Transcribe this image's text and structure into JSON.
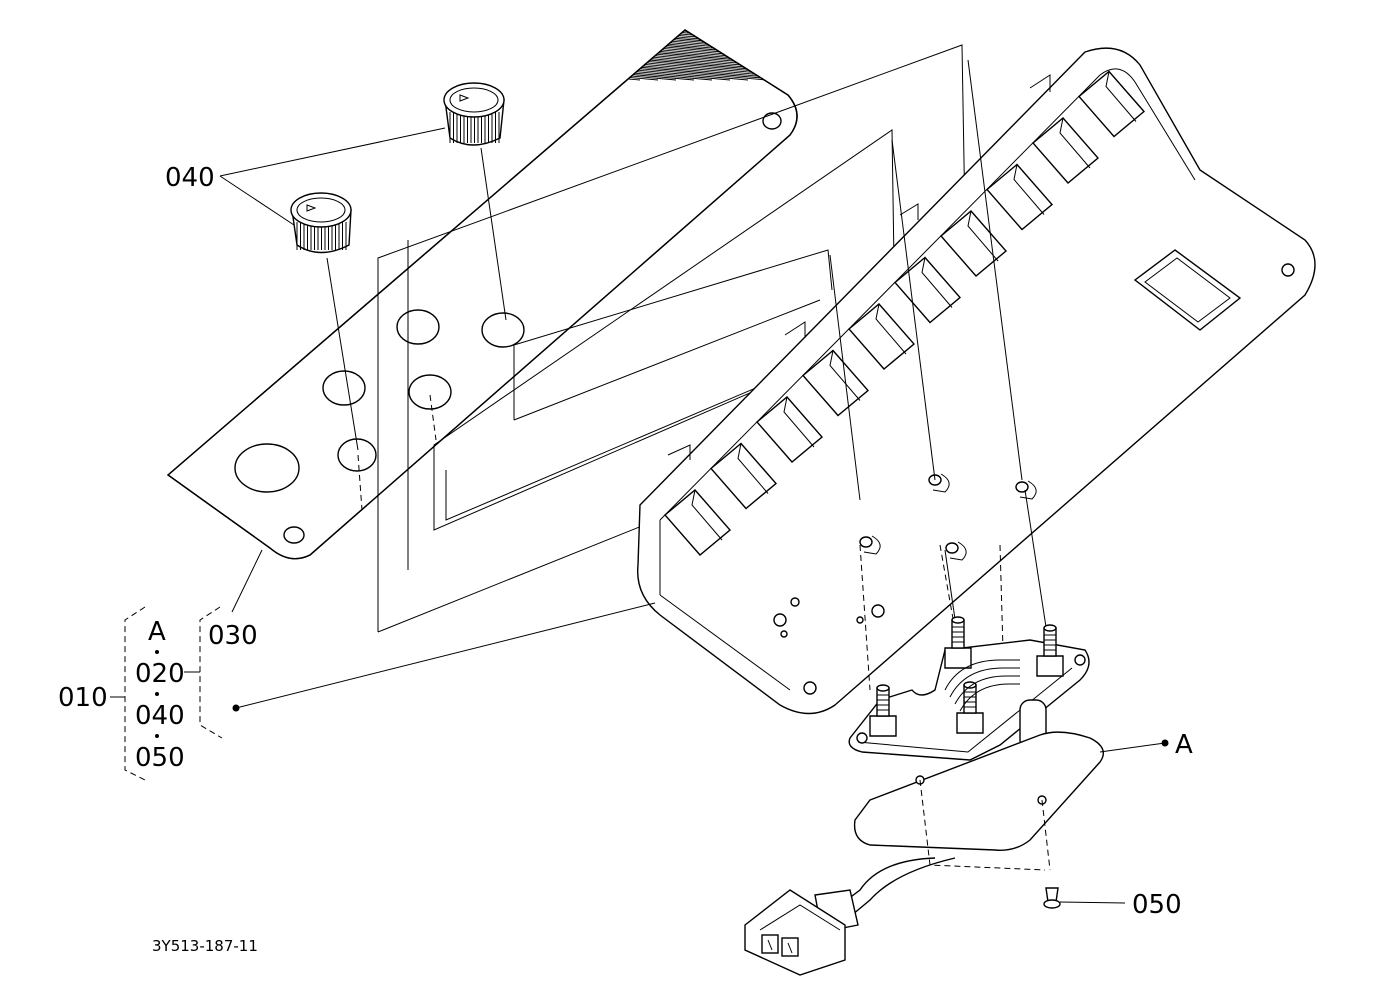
{
  "diagram": {
    "labels": {
      "knob": "040",
      "decal": "030",
      "assembly": "010",
      "group_a": "A",
      "group_020": "020",
      "group_040": "040",
      "group_050": "050",
      "group_030": "030",
      "ref_a": "A",
      "screw": "050"
    },
    "part_number": "3Y513-187-11"
  }
}
